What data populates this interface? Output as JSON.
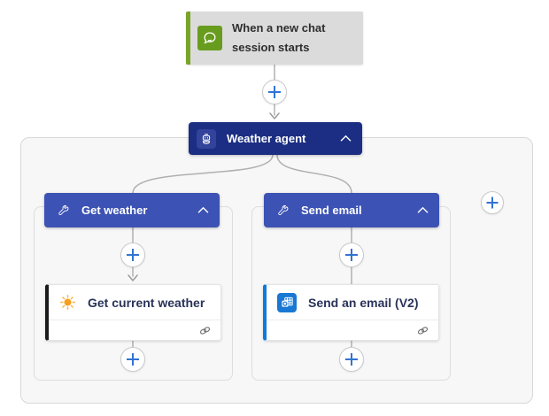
{
  "colors": {
    "trigger_bg": "#dbdbdb",
    "trigger_stripe": "#7aa427",
    "trigger_icon_bg": "#689c1e",
    "agent_bg": "#1b2e83",
    "agent_icon_bg": "#33439b",
    "tool_header_bg": "#3c52b4",
    "scope_bg": "#f7f7f7",
    "scope_border": "#d7d7d7",
    "plus_accent": "#3173d4",
    "connector_gray": "#b0b0b0",
    "weather_action_stripe": "#1a1a1a",
    "email_action_stripe": "#0f7bd8",
    "outlook_icon_bg": "#1878d4",
    "sun_orange": "#f5a01e",
    "action_title_color": "#29335a"
  },
  "trigger": {
    "title": "When a new chat session starts"
  },
  "agent": {
    "title": "Weather agent"
  },
  "branches": [
    {
      "header_title": "Get weather",
      "action_title": "Get current weather"
    },
    {
      "header_title": "Send email",
      "action_title": "Send an email (V2)"
    }
  ]
}
